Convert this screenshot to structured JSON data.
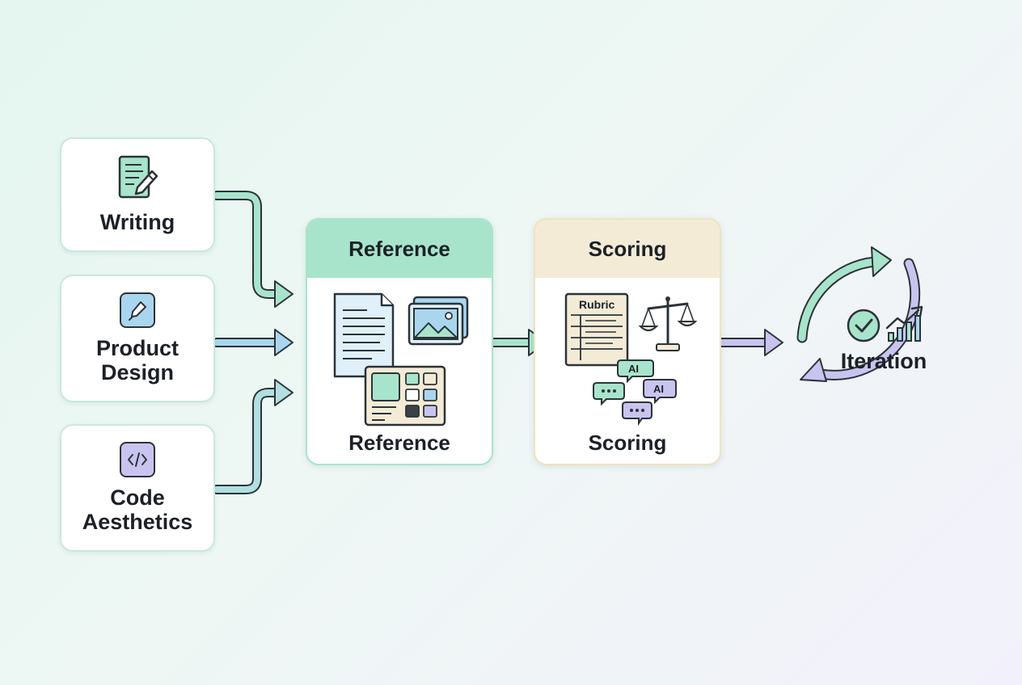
{
  "inputs": {
    "writing": "Writing",
    "product_design": [
      "Product",
      "Design"
    ],
    "code_aesthetics": [
      "Code",
      "Aesthetics"
    ]
  },
  "reference": {
    "title": "Reference",
    "footer": "Reference"
  },
  "scoring": {
    "title": "Scoring",
    "footer": "Scoring",
    "rubric_label": "Rubric",
    "ai_label": "AI"
  },
  "iteration": {
    "label": "Iteration"
  },
  "colors": {
    "mint": "#a8e4cc",
    "blue": "#a9d6ee",
    "lavender": "#c9c4ef",
    "cream": "#f4ebd6",
    "outline": "#2b3338"
  }
}
